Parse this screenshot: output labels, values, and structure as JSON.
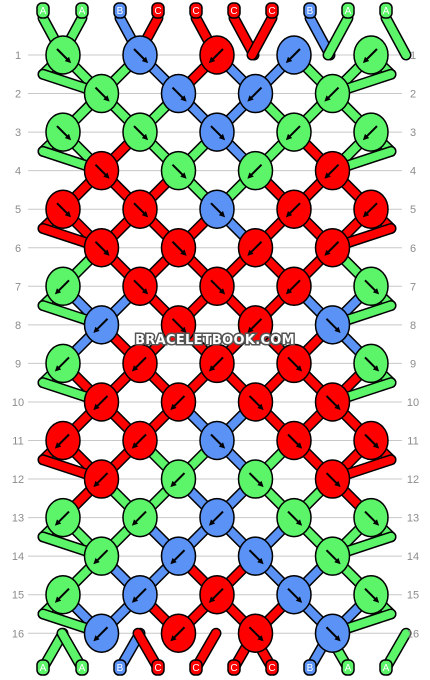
{
  "colors": {
    "A": "#5cf56a",
    "B": "#5b92f5",
    "C": "#ff0000",
    "outline": "#000000",
    "grid": "#c8c8c8"
  },
  "strands": {
    "top": [
      "A",
      "A",
      "B",
      "C",
      "C",
      "C",
      "C",
      "B",
      "A",
      "A"
    ],
    "bottom": [
      "A",
      "A",
      "B",
      "C",
      "C",
      "C",
      "C",
      "B",
      "A",
      "A"
    ]
  },
  "watermark": "BRACELETBOOK.COM",
  "rows": [
    {
      "label": "1",
      "knots": [
        {
          "c": "A",
          "d": "se"
        },
        {
          "c": "B",
          "d": "se"
        },
        {
          "c": "C",
          "d": "sw"
        },
        {
          "c": "B",
          "d": "sw"
        },
        {
          "c": "A",
          "d": "sw"
        }
      ]
    },
    {
      "label": "2",
      "knots": [
        {
          "c": "A",
          "d": "se"
        },
        {
          "c": "B",
          "d": "se"
        },
        {
          "c": "B",
          "d": "sw"
        },
        {
          "c": "A",
          "d": "sw"
        }
      ]
    },
    {
      "label": "3",
      "knots": [
        {
          "c": "A",
          "d": "se"
        },
        {
          "c": "A",
          "d": "se"
        },
        {
          "c": "B",
          "d": "se"
        },
        {
          "c": "A",
          "d": "sw"
        },
        {
          "c": "A",
          "d": "sw"
        }
      ]
    },
    {
      "label": "4",
      "knots": [
        {
          "c": "C",
          "d": "se"
        },
        {
          "c": "A",
          "d": "se"
        },
        {
          "c": "A",
          "d": "sw"
        },
        {
          "c": "C",
          "d": "sw"
        }
      ]
    },
    {
      "label": "5",
      "knots": [
        {
          "c": "C",
          "d": "se"
        },
        {
          "c": "C",
          "d": "se"
        },
        {
          "c": "B",
          "d": "se"
        },
        {
          "c": "C",
          "d": "sw"
        },
        {
          "c": "C",
          "d": "sw"
        }
      ]
    },
    {
      "label": "6",
      "knots": [
        {
          "c": "C",
          "d": "se"
        },
        {
          "c": "C",
          "d": "se"
        },
        {
          "c": "C",
          "d": "sw"
        },
        {
          "c": "C",
          "d": "sw"
        }
      ]
    },
    {
      "label": "7",
      "knots": [
        {
          "c": "A",
          "d": "sw"
        },
        {
          "c": "C",
          "d": "se"
        },
        {
          "c": "C",
          "d": "se"
        },
        {
          "c": "C",
          "d": "sw"
        },
        {
          "c": "A",
          "d": "se"
        }
      ]
    },
    {
      "label": "8",
      "knots": [
        {
          "c": "B",
          "d": "sw"
        },
        {
          "c": "C",
          "d": "se"
        },
        {
          "c": "C",
          "d": "sw"
        },
        {
          "c": "B",
          "d": "se"
        }
      ]
    },
    {
      "label": "9",
      "knots": [
        {
          "c": "A",
          "d": "sw"
        },
        {
          "c": "C",
          "d": "sw"
        },
        {
          "c": "C",
          "d": "sw"
        },
        {
          "c": "C",
          "d": "se"
        },
        {
          "c": "A",
          "d": "se"
        }
      ]
    },
    {
      "label": "10",
      "knots": [
        {
          "c": "C",
          "d": "sw"
        },
        {
          "c": "C",
          "d": "sw"
        },
        {
          "c": "C",
          "d": "se"
        },
        {
          "c": "C",
          "d": "se"
        }
      ]
    },
    {
      "label": "11",
      "knots": [
        {
          "c": "C",
          "d": "sw"
        },
        {
          "c": "C",
          "d": "sw"
        },
        {
          "c": "B",
          "d": "se"
        },
        {
          "c": "C",
          "d": "se"
        },
        {
          "c": "C",
          "d": "se"
        }
      ]
    },
    {
      "label": "12",
      "knots": [
        {
          "c": "C",
          "d": "sw"
        },
        {
          "c": "A",
          "d": "sw"
        },
        {
          "c": "A",
          "d": "se"
        },
        {
          "c": "C",
          "d": "se"
        }
      ]
    },
    {
      "label": "13",
      "knots": [
        {
          "c": "A",
          "d": "sw"
        },
        {
          "c": "A",
          "d": "sw"
        },
        {
          "c": "B",
          "d": "sw"
        },
        {
          "c": "A",
          "d": "se"
        },
        {
          "c": "A",
          "d": "se"
        }
      ]
    },
    {
      "label": "14",
      "knots": [
        {
          "c": "A",
          "d": "sw"
        },
        {
          "c": "B",
          "d": "sw"
        },
        {
          "c": "B",
          "d": "se"
        },
        {
          "c": "A",
          "d": "se"
        }
      ]
    },
    {
      "label": "15",
      "knots": [
        {
          "c": "A",
          "d": "sw"
        },
        {
          "c": "B",
          "d": "sw"
        },
        {
          "c": "C",
          "d": "sw"
        },
        {
          "c": "B",
          "d": "se"
        },
        {
          "c": "A",
          "d": "se"
        }
      ]
    },
    {
      "label": "16",
      "knots": [
        {
          "c": "B",
          "d": "sw"
        },
        {
          "c": "C",
          "d": "sw"
        },
        {
          "c": "C",
          "d": "se"
        },
        {
          "c": "B",
          "d": "se"
        }
      ]
    }
  ]
}
